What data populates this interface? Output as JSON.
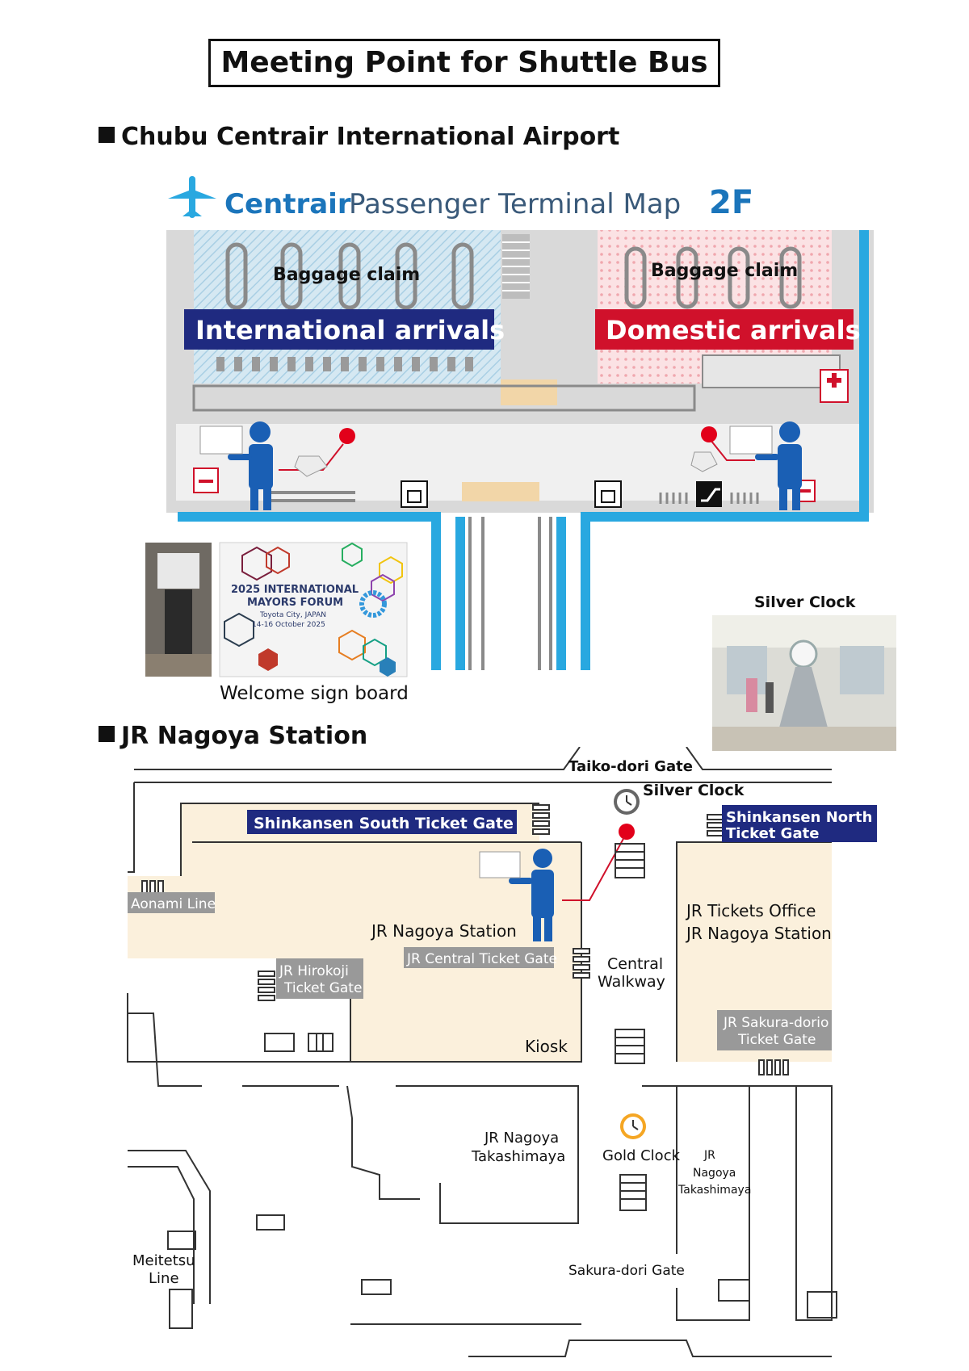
{
  "header": {
    "title": "Meeting Point for Shuttle Bus"
  },
  "airport": {
    "section_title": "Chubu Centrair International Airport",
    "map_title_brand": "Centrair",
    "map_title_rest": "Passenger Terminal Map",
    "map_title_floor": "2F",
    "intl_baggage": "Baggage claim",
    "dom_baggage": "Baggage claim",
    "intl_arrivals": "International arrivals",
    "dom_arrivals": "Domestic arrivals",
    "welcome_caption": "Welcome sign board",
    "sign_line1": "2025 INTERNATIONAL",
    "sign_line2": "MAYORS FORUM",
    "sign_line3": "Toyota City, JAPAN",
    "sign_line4": "14-16 October 2025",
    "silver_clock_photo_label": "Silver Clock"
  },
  "station": {
    "section_title": "JR Nagoya Station",
    "taiko_gate": "Taiko-dori Gate",
    "silver_clock": "Silver Clock",
    "shinkansen_south": "Shinkansen South Ticket Gate",
    "shinkansen_north_1": "Shinkansen North",
    "shinkansen_north_2": "Ticket Gate",
    "aonami": "Aonami Line",
    "jr_nagoya_station": "JR Nagoya Station",
    "jr_central_gate": "JR Central Ticket Gate",
    "jr_hirokoji_1": "JR Hirokoji",
    "jr_hirokoji_2": "Ticket Gate",
    "central_walkway_1": "Central",
    "central_walkway_2": "Walkway",
    "tickets_office_1": "JR Tickets Office",
    "tickets_office_2": "JR Nagoya Station",
    "sakura_gate_1": "JR Sakura-dorio",
    "sakura_gate_2": "Ticket Gate",
    "kiosk": "Kiosk",
    "takashimaya_left_1": "JR Nagoya",
    "takashimaya_left_2": "Takashimaya",
    "gold_clock": "Gold Clock",
    "takashimaya_right_1": "JR",
    "takashimaya_right_2": "Nagoya",
    "takashimaya_right_3": "Takashimaya",
    "meitetsu_1": "Meitetsu",
    "meitetsu_2": "Line",
    "sakura_dori_gate": "Sakura-dori Gate"
  },
  "colors": {
    "navy": "#1f2a80",
    "red": "#d0112b",
    "blue": "#1b75bb",
    "sky": "#29a8e0",
    "person": "#1a5fb4",
    "beige": "#fbf0dc",
    "grey_label": "#999999"
  }
}
